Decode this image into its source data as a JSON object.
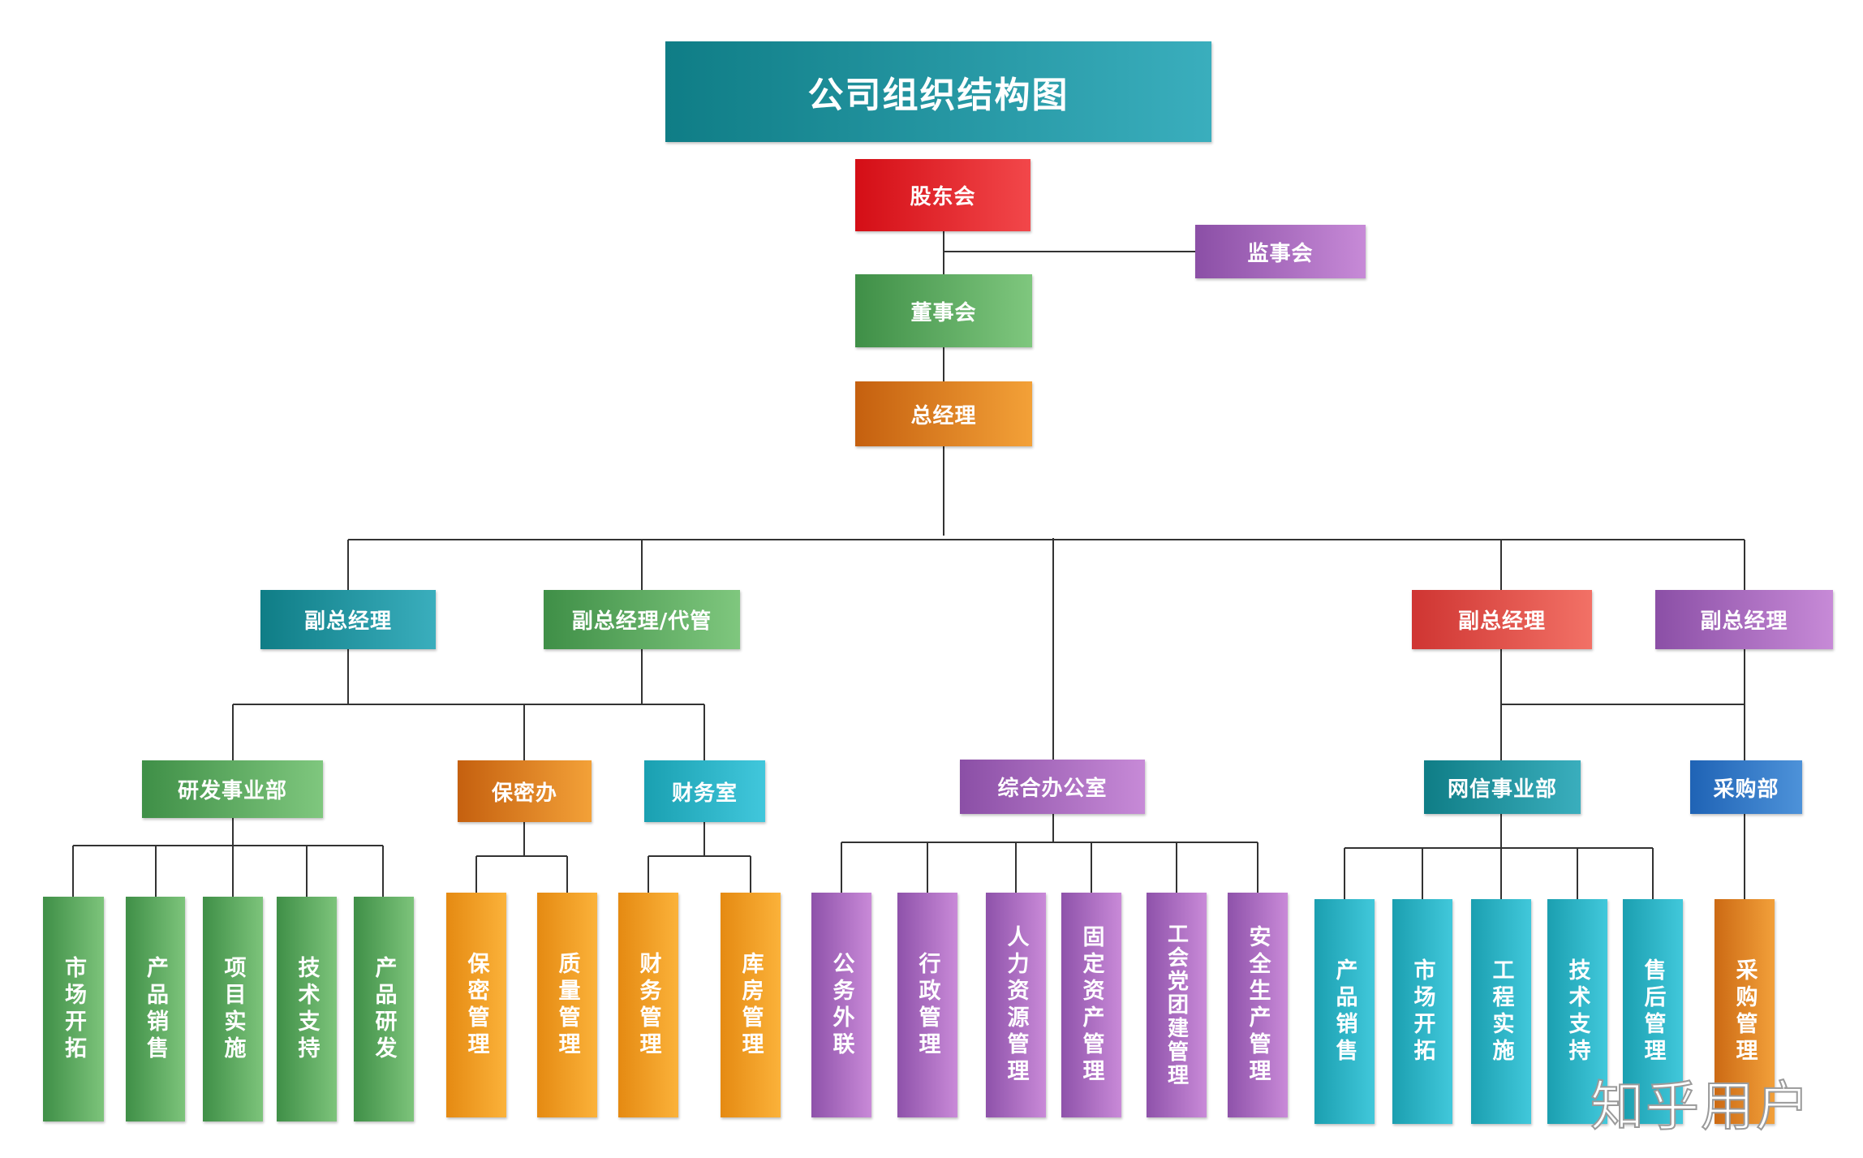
{
  "title": "公司组织结构图",
  "nodes": {
    "shareholders": "股东会",
    "supervisory": "监事会",
    "board": "董事会",
    "gm": "总经理",
    "vgm1": "副总经理",
    "vgm2": "副总经理/代管",
    "vgm3": "副总经理",
    "vgm4": "副总经理",
    "rd_dept": "研发事业部",
    "secrecy": "保密办",
    "finance": "财务室",
    "general_office": "综合办公室",
    "network_dept": "网信事业部",
    "purchasing": "采购部"
  },
  "leaves": {
    "rd": [
      "市场开拓",
      "产品销售",
      "项目实施",
      "技术支持",
      "产品研发"
    ],
    "secrecy": [
      "保密管理",
      "质量管理"
    ],
    "finance": [
      "财务管理",
      "库房管理"
    ],
    "office": [
      "公务外联",
      "行政管理",
      "人力资源管理",
      "固定资产管理",
      "工会党团建管理",
      "安全生产管理"
    ],
    "network": [
      "产品销售",
      "市场开拓",
      "工程实施",
      "技术支持",
      "售后管理"
    ],
    "purchasing": [
      "采购管理"
    ]
  },
  "watermark": "知乎用户"
}
